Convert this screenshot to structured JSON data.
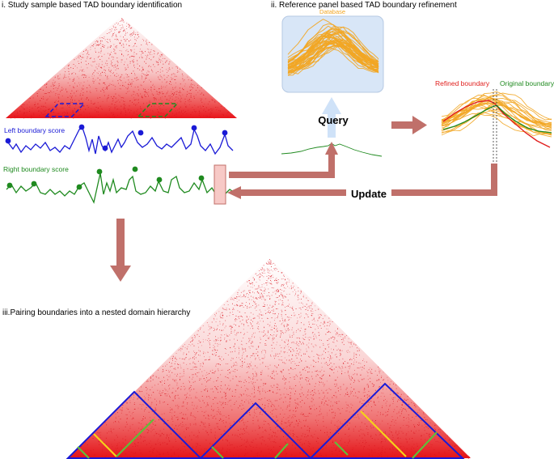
{
  "panels": {
    "panel1_title": "i. Study sample based TAD boundary identification",
    "panel2_title": "ii. Reference panel based TAD boundary refinement",
    "panel3_title": "iii.Pairing boundaries into a nested domain hierarchy"
  },
  "tracks": {
    "left_score_label": "Left boundary score",
    "right_score_label": "Right boundary score"
  },
  "reference": {
    "database_label": "Database",
    "query_label": "Query",
    "update_label": "Update",
    "refined_boundary_label": "Refined boundary",
    "original_boundary_label": "Original boundary"
  },
  "colors": {
    "heatmap_red": "#e8141a",
    "left_track": "#1a1ad6",
    "right_track": "#1f8a1f",
    "arrow": "#c0706a",
    "query_arrow": "#cfe2f8",
    "database_box": "#d8e6f7",
    "database_lines": "#f2a623",
    "refined": "#e0201e",
    "original": "#1f8a1f",
    "domain_outline": "#1a1ad6",
    "nested_yellow": "#f5d21a",
    "nested_green": "#5fbf3a"
  },
  "icons": {
    "arrow_down": "down-arrow-icon",
    "arrow_right": "right-arrow-icon",
    "arrow_up": "up-arrow-icon"
  }
}
